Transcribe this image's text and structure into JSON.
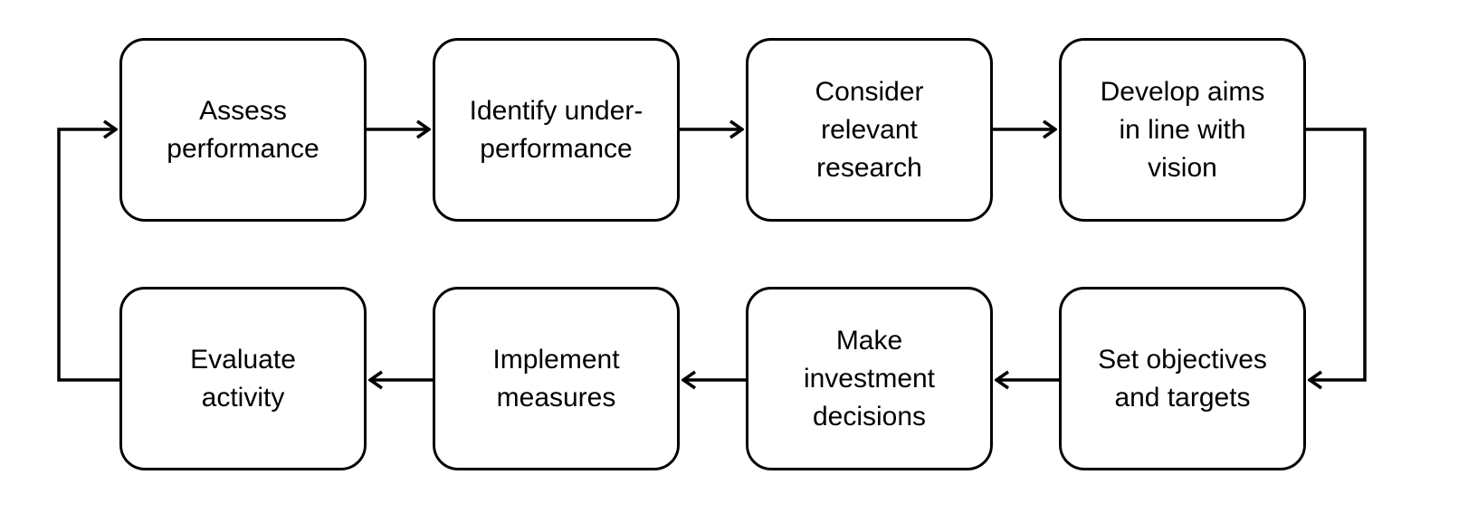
{
  "diagram": {
    "type": "flowchart-cycle",
    "background_color": "#ffffff",
    "stroke_color": "#000000",
    "text_color": "#000000",
    "nodes": [
      {
        "id": "assess-performance",
        "label": "Assess\nperformance"
      },
      {
        "id": "identify-under-performance",
        "label": "Identify under-\nperformance"
      },
      {
        "id": "consider-relevant-research",
        "label": "Consider\nrelevant\nresearch"
      },
      {
        "id": "develop-aims-in-line-with-vision",
        "label": "Develop aims\nin line with\nvision"
      },
      {
        "id": "set-objectives-and-targets",
        "label": "Set objectives\nand targets"
      },
      {
        "id": "make-investment-decisions",
        "label": "Make\ninvestment\ndecisions"
      },
      {
        "id": "implement-measures",
        "label": "Implement\nmeasures"
      },
      {
        "id": "evaluate-activity",
        "label": "Evaluate\nactivity"
      }
    ],
    "flow": [
      {
        "from": "assess-performance",
        "to": "identify-under-performance"
      },
      {
        "from": "identify-under-performance",
        "to": "consider-relevant-research"
      },
      {
        "from": "consider-relevant-research",
        "to": "develop-aims-in-line-with-vision"
      },
      {
        "from": "develop-aims-in-line-with-vision",
        "to": "set-objectives-and-targets"
      },
      {
        "from": "set-objectives-and-targets",
        "to": "make-investment-decisions"
      },
      {
        "from": "make-investment-decisions",
        "to": "implement-measures"
      },
      {
        "from": "implement-measures",
        "to": "evaluate-activity"
      },
      {
        "from": "evaluate-activity",
        "to": "assess-performance"
      }
    ]
  }
}
